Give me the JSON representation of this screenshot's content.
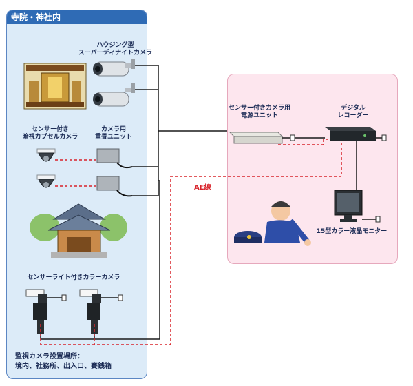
{
  "panels": {
    "left_title": "寺院・神社内"
  },
  "labels": {
    "housing_camera_l1": "ハウジング型",
    "housing_camera_l2": "スーパーディナイトカメラ",
    "sensor_camera_l1": "センサー付き",
    "sensor_camera_l2": "暗視カプセルカメラ",
    "relay_unit_l1": "カメラ用",
    "relay_unit_l2": "重畳ユニット",
    "power_unit_l1": "センサー付きカメラ用",
    "power_unit_l2": "電源ユニット",
    "recorder_l1": "デジタル",
    "recorder_l2": "レコーダー",
    "monitor": "15型カラー液晶モニター",
    "sensor_light_camera": "センサーライト付きカラーカメラ",
    "ae_line": "AE線"
  },
  "footer": {
    "line1": "監視カメラ設置場所：",
    "line2": "境内、社務所、出入口、賽銭箱"
  },
  "colors": {
    "left_panel_bg": "#dcebf8",
    "left_header": "#2f6bb5",
    "right_panel_bg": "#fde6ee",
    "wire": "#1a1a1a",
    "ae_wire": "#d8232a"
  }
}
